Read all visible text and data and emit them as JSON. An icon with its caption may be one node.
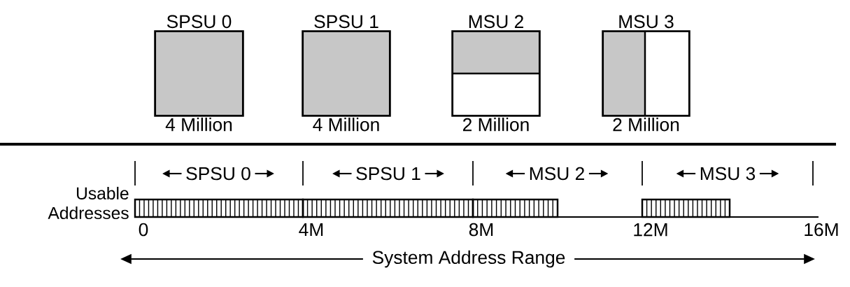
{
  "diagram": {
    "nodes": [
      {
        "text": [
          "SPSU 0"
        ],
        "beside": [
          "4 Million"
        ]
      },
      {
        "text": [
          "SPSU 1"
        ],
        "beside": [
          "4 Million"
        ]
      },
      {
        "text": [
          "MSU 2"
        ],
        "beside": [
          "2 Million"
        ]
      },
      {
        "text": [
          "MSU 3"
        ],
        "beside": [
          "2 Million"
        ]
      }
    ],
    "edges": [],
    "labels": [
      "SPSU 0",
      "SPSU 1",
      "MSU 2",
      "MSU 3",
      "Usable Addresses",
      "0",
      "4M",
      "8M",
      "12M",
      "16M",
      "System Address Range"
    ]
  }
}
